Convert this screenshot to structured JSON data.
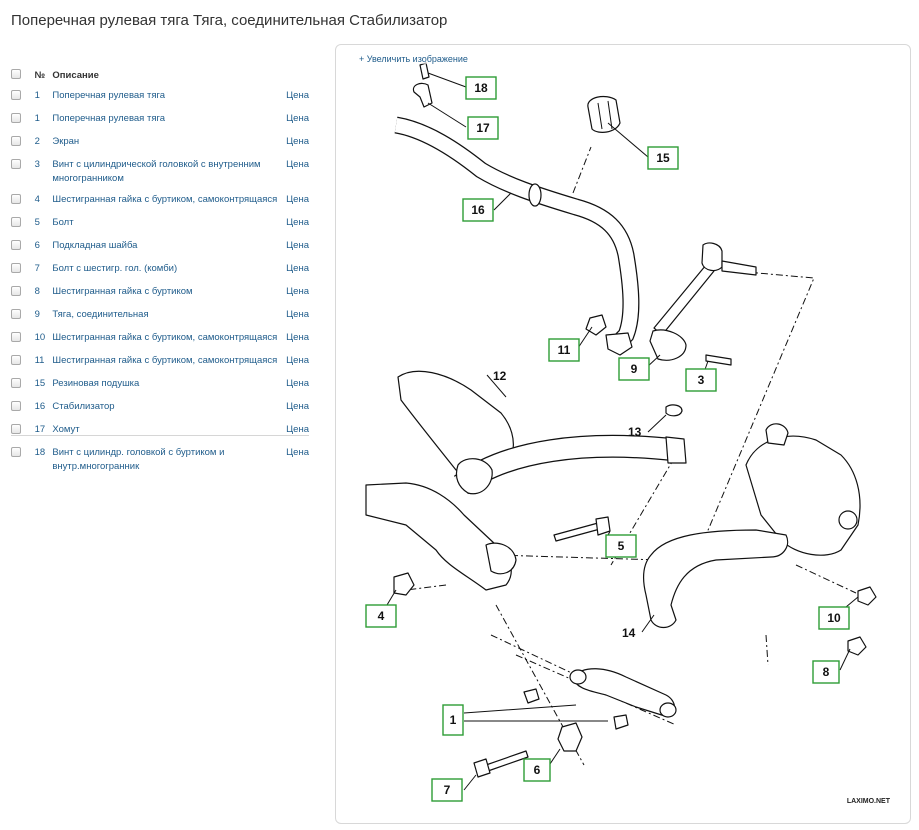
{
  "page": {
    "title": "Поперечная рулевая тяга Тяга, соединительная Стабилизатор"
  },
  "table": {
    "headers": {
      "num": "№",
      "description": "Описание"
    },
    "price_label": "Цена",
    "rows": [
      {
        "num": "1",
        "description": "Поперечная рулевая тяга"
      },
      {
        "num": "1",
        "description": "Поперечная рулевая тяга"
      },
      {
        "num": "2",
        "description": "Экран"
      },
      {
        "num": "3",
        "description": "Винт с цилиндрической головкой с внутренним многогранником"
      },
      {
        "num": "4",
        "description": "Шестигранная гайка с буртиком, самоконтрящаяся"
      },
      {
        "num": "5",
        "description": "Болт"
      },
      {
        "num": "6",
        "description": "Подкладная шайба"
      },
      {
        "num": "7",
        "description": "Болт с шестигр. гол. (комби)"
      },
      {
        "num": "8",
        "description": "Шестигранная гайка с буртиком"
      },
      {
        "num": "9",
        "description": "Тяга, соединительная"
      },
      {
        "num": "10",
        "description": "Шестигранная гайка с буртиком, самоконтрящаяся"
      },
      {
        "num": "11",
        "description": "Шестигранная гайка с буртиком, самоконтрящаяся"
      },
      {
        "num": "15",
        "description": "Резиновая подушка"
      },
      {
        "num": "16",
        "description": "Стабилизатор"
      },
      {
        "num": "17",
        "description": "Хомут"
      },
      {
        "num": "18",
        "description": "Винт с цилиндр. головкой с буртиком и внутр.многогранник"
      }
    ]
  },
  "diagram": {
    "zoom_link": "+ Увеличить изображение",
    "watermark": "LAXIMO.NET",
    "callouts": [
      "18",
      "17",
      "15",
      "16",
      "11",
      "9",
      "3",
      "5",
      "4",
      "10",
      "8",
      "1",
      "6",
      "7"
    ],
    "plain_labels": [
      "12",
      "13",
      "14"
    ]
  }
}
